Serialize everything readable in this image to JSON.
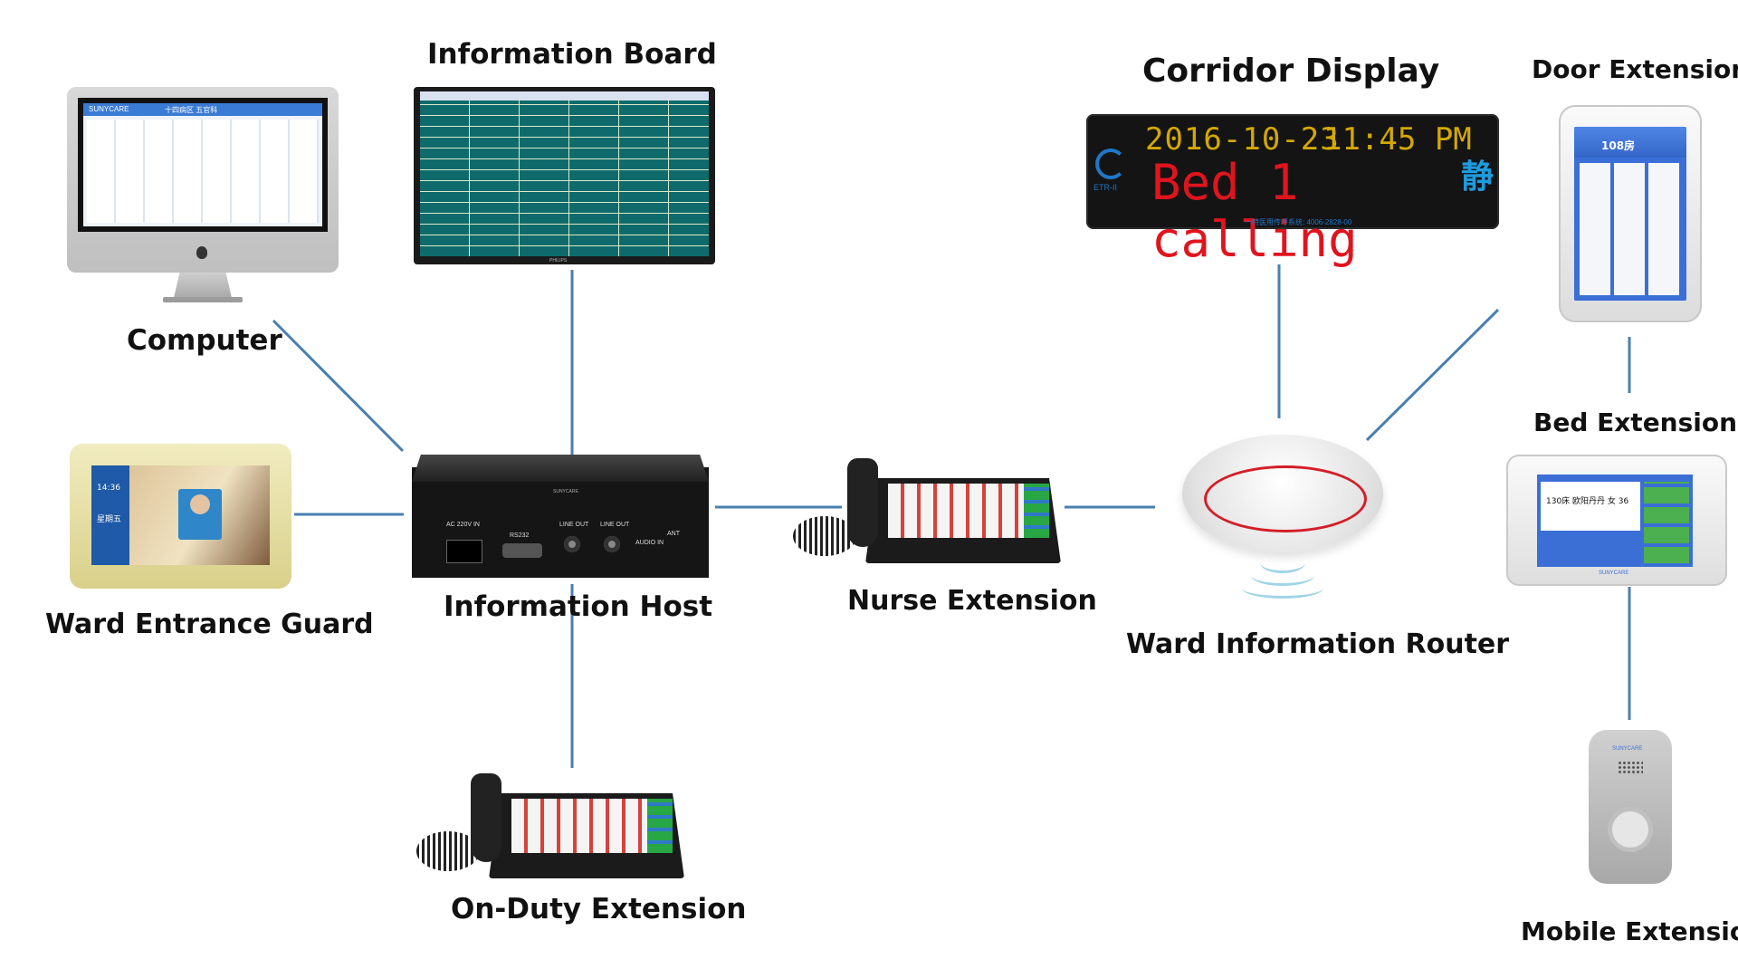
{
  "nodes": {
    "computer": "Computer",
    "information_board": "Information Board",
    "corridor_display": "Corridor Display",
    "door_extension": "Door Extension",
    "bed_extension": "Bed Extension",
    "ward_entrance_guard": "Ward Entrance Guard",
    "information_host": "Information Host",
    "nurse_extension": "Nurse Extension",
    "ward_information_router": "Ward Information Router",
    "on_duty_extension": "On-Duty Extension",
    "mobile_extension": "Mobile Extension"
  },
  "corridor_screen": {
    "date": "2016-10-23",
    "time": "11:45 PM",
    "message": "Bed 1 calling",
    "quiet_glyph": "静",
    "brand": "ETR-II",
    "footer": "一特医用传呼系统: 4006-2828-00"
  },
  "computer_screen": {
    "brand": "SUNYCARE",
    "header": "十四病区 五官科"
  },
  "door_screen": {
    "room": "108房"
  },
  "bed_screen": {
    "bed": "130床 欧阳丹丹 女 36",
    "brand": "SUNYCARE"
  },
  "guard_screen": {
    "time": "14:36",
    "weekday": "星期五"
  },
  "host_panel": {
    "brand": "SUNYCARE",
    "power": "AC 220V IN",
    "serial": "RS232",
    "line_out_1": "LINE OUT",
    "line_out_2": "LINE OUT",
    "audio_in": "AUDIO IN",
    "antenna": "ANT"
  },
  "board_brand": "PHILIPS",
  "mobile_brand": "SUNYCARE",
  "style": {
    "line_color": "#4a7fb0",
    "led_red": "#e0141e",
    "led_amber": "#d4a800"
  }
}
